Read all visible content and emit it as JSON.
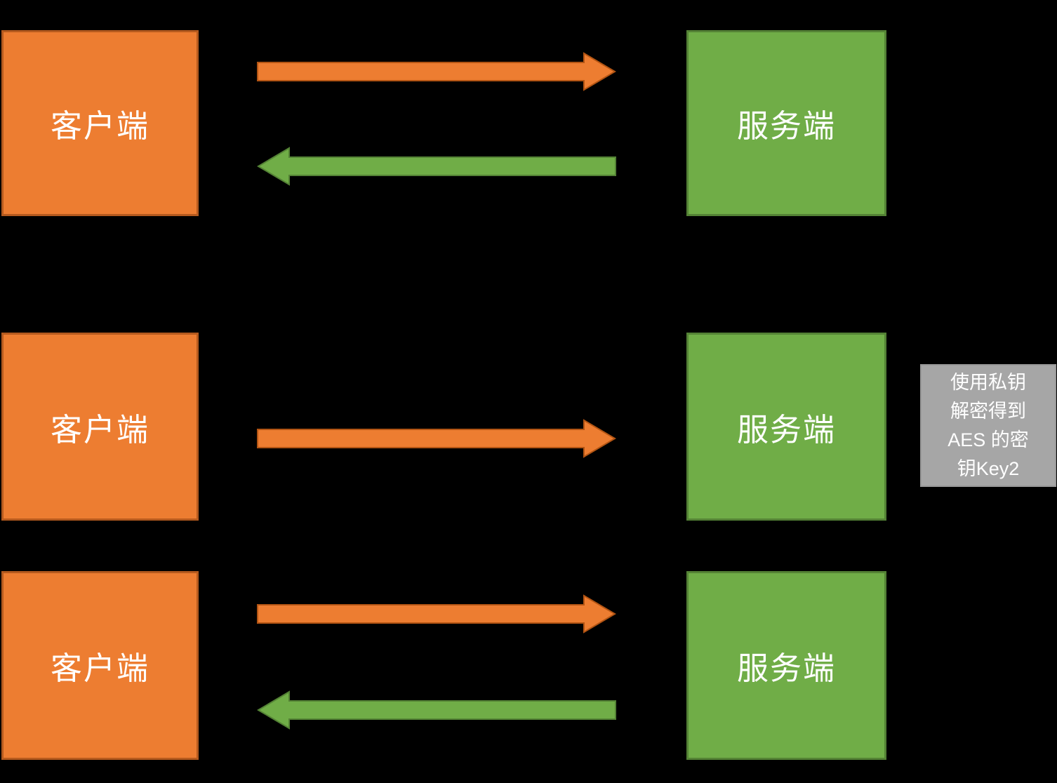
{
  "colors": {
    "background": "#000000",
    "client_fill": "#ED7D31",
    "client_border": "#B55A1E",
    "server_fill": "#70AD47",
    "server_border": "#548235",
    "arrow_orange_fill": "#ED7D31",
    "arrow_orange_border": "#B25413",
    "arrow_green_fill": "#70AD47",
    "arrow_green_border": "#548235",
    "note_fill": "#A6A6A6",
    "note_border": "#989898",
    "box_text": "#FFFFFF"
  },
  "rows": [
    {
      "client": "客户端",
      "server": "服务端"
    },
    {
      "client": "客户端",
      "server": "服务端"
    },
    {
      "client": "客户端",
      "server": "服务端"
    }
  ],
  "note": {
    "text": "使用私钥解密得到AES 的密钥Key2",
    "lines": [
      "使用私钥",
      "解密得到",
      "AES 的密",
      "钥Key2"
    ]
  }
}
